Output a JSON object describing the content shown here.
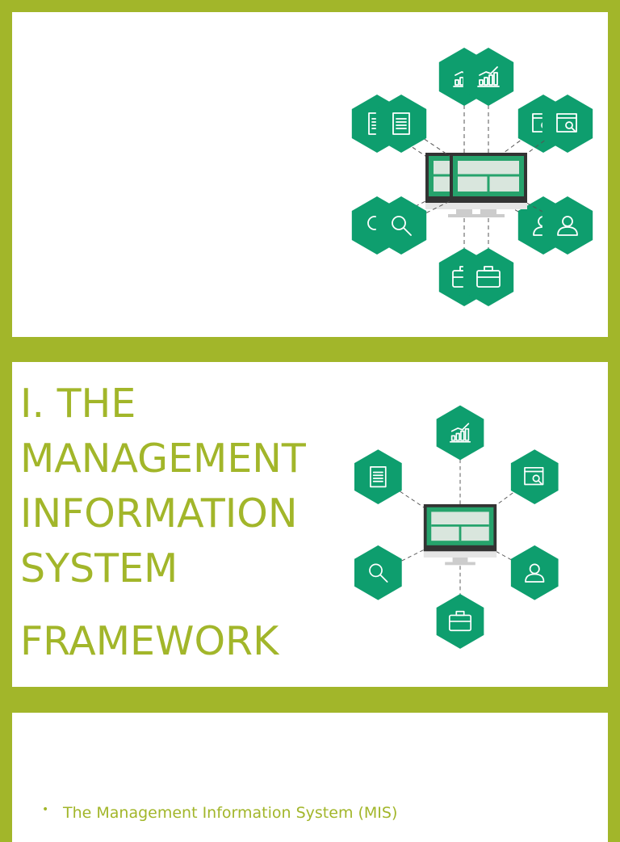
{
  "slides": [
    {},
    {
      "title_lines": [
        "I. THE",
        "MANAGEMENT",
        "INFORMATION",
        "SYSTEM"
      ],
      "title_tail": "FRAMEWORK"
    },
    {
      "bullets": [
        "The Management Information System (MIS)"
      ]
    }
  ],
  "colors": {
    "background": "#a2b62a",
    "accent": "#a2b62a",
    "hex_green": "#0e9e6e",
    "monitor_frame": "#333333",
    "monitor_screen": "#26a36c",
    "stand": "#cccccc"
  },
  "diagram": {
    "center_icon": "monitor-icon",
    "nodes": [
      "bar-chart-icon",
      "browser-search-icon",
      "user-icon",
      "briefcase-icon",
      "magnifier-icon",
      "document-icon"
    ]
  }
}
